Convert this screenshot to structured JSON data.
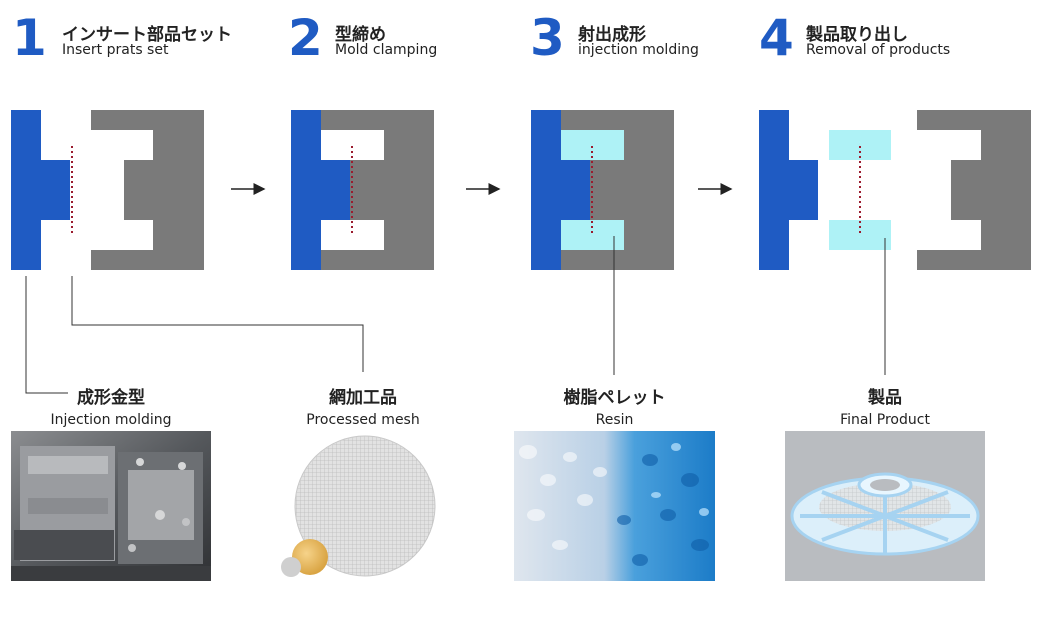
{
  "steps": [
    {
      "num": "1",
      "jp": "インサート部品セット",
      "en": "Insert prats set"
    },
    {
      "num": "2",
      "jp": "型締め",
      "en": "Mold clamping"
    },
    {
      "num": "3",
      "jp": "射出成形",
      "en": "injection molding"
    },
    {
      "num": "4",
      "jp": "製品取り出し",
      "en": "Removal of products"
    }
  ],
  "labels": {
    "mold": {
      "jp": "成形金型",
      "en": "Injection molding"
    },
    "mesh": {
      "jp": "網加工品",
      "en": "Processed mesh"
    },
    "resin": {
      "jp": "樹脂ペレット",
      "en": "Resin"
    },
    "product": {
      "jp": "製品",
      "en": "Final Product"
    }
  },
  "colors": {
    "mold_blue": "#1f5bc3",
    "mold_gray": "#7a7a7a",
    "resin_cyan": "#aef2f6",
    "mesh_dots": "#9b1b2e",
    "accent": "#1f5bc3"
  }
}
